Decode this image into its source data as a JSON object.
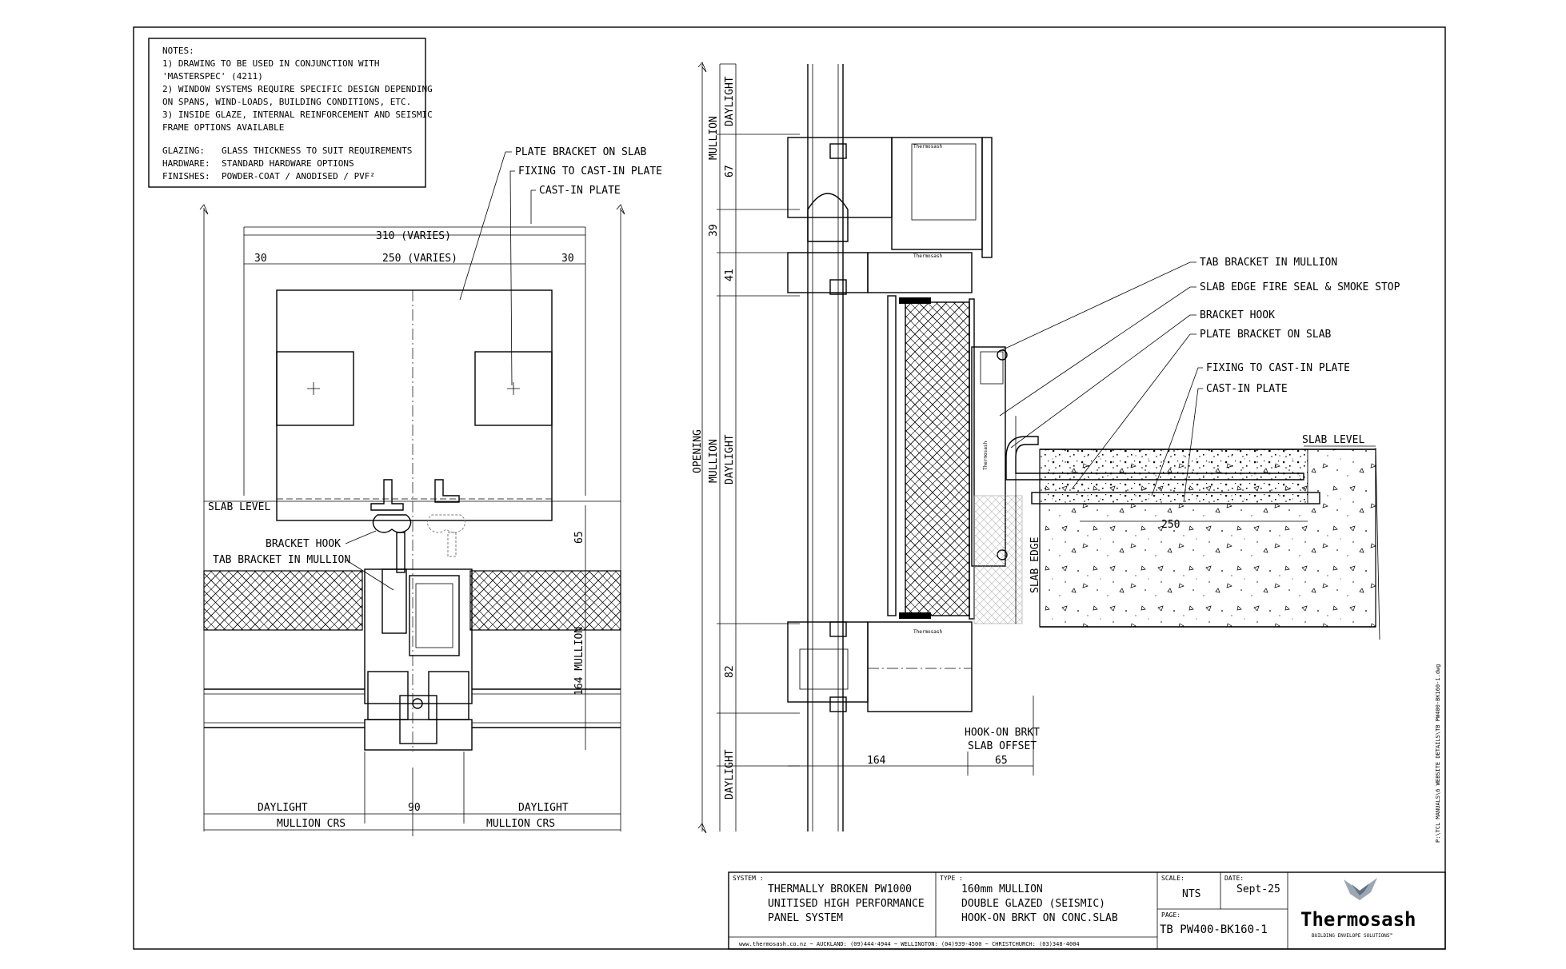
{
  "notes": {
    "title": "NOTES:",
    "lines": [
      "1) DRAWING TO BE USED IN CONJUNCTION WITH",
      "'MASTERSPEC' (4211)",
      "2) WINDOW SYSTEMS REQUIRE SPECIFIC DESIGN DEPENDING",
      "ON SPANS, WIND-LOADS, BUILDING CONDITIONS, ETC.",
      "3) INSIDE GLAZE, INTERNAL REINFORCEMENT AND SEISMIC",
      "FRAME OPTIONS AVAILABLE"
    ],
    "specs": [
      {
        "key": "GLAZING:",
        "value": "GLASS THICKNESS TO SUIT REQUIREMENTS"
      },
      {
        "key": "HARDWARE:",
        "value": "STANDARD HARDWARE OPTIONS"
      },
      {
        "key": "FINISHES:",
        "value": "POWDER-COAT / ANODISED / PVF²"
      }
    ]
  },
  "plan_view": {
    "callouts": {
      "plate_bracket_on_slab": "PLATE BRACKET ON SLAB",
      "fixing_to_cast_in_plate": "FIXING TO CAST-IN PLATE",
      "cast_in_plate": "CAST-IN PLATE",
      "bracket_hook": "BRACKET HOOK",
      "tab_bracket_in_mullion": "TAB BRACKET IN MULLION",
      "slab_level": "SLAB LEVEL"
    },
    "dims": {
      "overall": "310 (VARIES)",
      "inner": "250 (VARIES)",
      "edge_left": "30",
      "edge_right": "30",
      "hook": "65",
      "mullion": "164 MULLION",
      "mullion_width": "90",
      "daylight_left": "DAYLIGHT",
      "daylight_right": "DAYLIGHT",
      "mullion_crs_left": "MULLION CRS",
      "mullion_crs_right": "MULLION CRS"
    }
  },
  "section_view": {
    "callouts": {
      "tab_bracket": "TAB BRACKET IN MULLION",
      "fire_seal": "SLAB EDGE FIRE SEAL & SMOKE STOP",
      "bracket_hook": "BRACKET HOOK",
      "plate_bracket": "PLATE BRACKET ON SLAB",
      "fixing": "FIXING TO CAST-IN PLATE",
      "cast_in_plate": "CAST-IN PLATE",
      "slab_level": "SLAB LEVEL",
      "slab_edge": "SLAB EDGE",
      "hook_on_offset_1": "HOOK-ON BRKT",
      "hook_on_offset_2": "SLAB OFFSET"
    },
    "dims": {
      "daylight_top": "DAYLIGHT",
      "mullion_top": "MULLION",
      "d67": "67",
      "d39": "39",
      "d41": "41",
      "opening": "OPENING",
      "mullion_mid": "MULLION",
      "daylight_mid": "DAYLIGHT",
      "d82": "82",
      "daylight_bottom": "DAYLIGHT",
      "d164": "164",
      "d65": "65",
      "d250": "250"
    },
    "brand_marks": [
      "Thermosash",
      "Thermosash",
      "Thermosash",
      "Thermosash"
    ]
  },
  "side_note": "P:\\TCL MANUALS\\6 WEBSITE DETAILS\\TB PW400-BK160-1.dwg",
  "title_block": {
    "system_label": "SYSTEM :",
    "system_lines": [
      "THERMALLY BROKEN PW1000",
      "UNITISED HIGH PERFORMANCE",
      "PANEL SYSTEM"
    ],
    "type_label": "TYPE :",
    "type_lines": [
      "160mm MULLION",
      "DOUBLE GLAZED (SEISMIC)",
      "HOOK-ON BRKT ON CONC.SLAB"
    ],
    "scale_label": "SCALE:",
    "scale": "NTS",
    "date_label": "DATE:",
    "date": "Sept-25",
    "page_label": "PAGE:",
    "page": "TB PW400-BK160-1",
    "contact": "www.thermosash.co.nz  ~  AUCKLAND: (09)444-4944  ~  WELLINGTON: (04)939-4500  ~  CHRISTCHURCH: (03)348-4004",
    "logo_name": "Thermosash",
    "logo_tagline": "BUILDING ENVELOPE SOLUTIONS™"
  },
  "colors": {
    "logo_blue": "#2a5d8c",
    "logo_grey": "#9aa7b3",
    "ink": "#000000"
  }
}
